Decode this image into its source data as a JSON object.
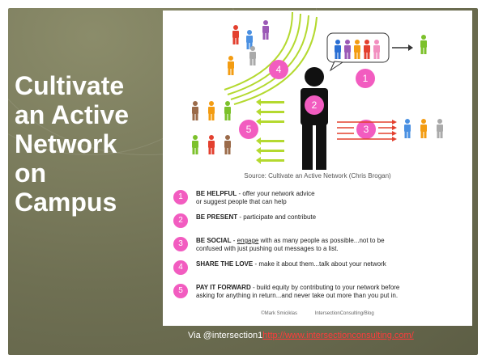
{
  "title_lines": [
    "Cultivate",
    "an Active",
    "Network",
    "on",
    "Campus"
  ],
  "infographic": {
    "circle_numbers": [
      "1",
      "2",
      "3",
      "4",
      "5"
    ],
    "source": "Source: Cultivate an Active Network (Chris Brogan)",
    "tips": [
      {
        "num": "1",
        "head": "BE HELPFUL",
        "text_before": " - offer your network advice",
        "line2": "or suggest people that can help"
      },
      {
        "num": "2",
        "head": "BE PRESENT",
        "text_before": " - participate and contribute",
        "line2": ""
      },
      {
        "num": "3",
        "head": "BE SOCIAL",
        "text_before": " - ",
        "emph": "engage",
        "text_after": " with as many people as possible...not to be",
        "line2": "confused with just pushing out messages to a list."
      },
      {
        "num": "4",
        "head": "SHARE THE LOVE",
        "text_before": " - make it about them...talk about your network",
        "line2": ""
      },
      {
        "num": "5",
        "head": "PAY IT FORWARD",
        "text_before": " - build equity by contributing to your network before",
        "line2": "asking for anything in return...and never take out more than you put in."
      }
    ],
    "credit_left": "©Mark Smiciklas",
    "credit_right": "IntersectionConsulting/Blog"
  },
  "via": {
    "prefix": "Via @intersection1",
    "link": "http://www.intersectionconsulting.com/"
  },
  "colors": {
    "background_dark": "#6f7053",
    "accent_pink": "#f25cc0",
    "arrow_green": "#b4d92f",
    "arrow_red": "#e3402f",
    "link_red": "#ff3b3b"
  }
}
